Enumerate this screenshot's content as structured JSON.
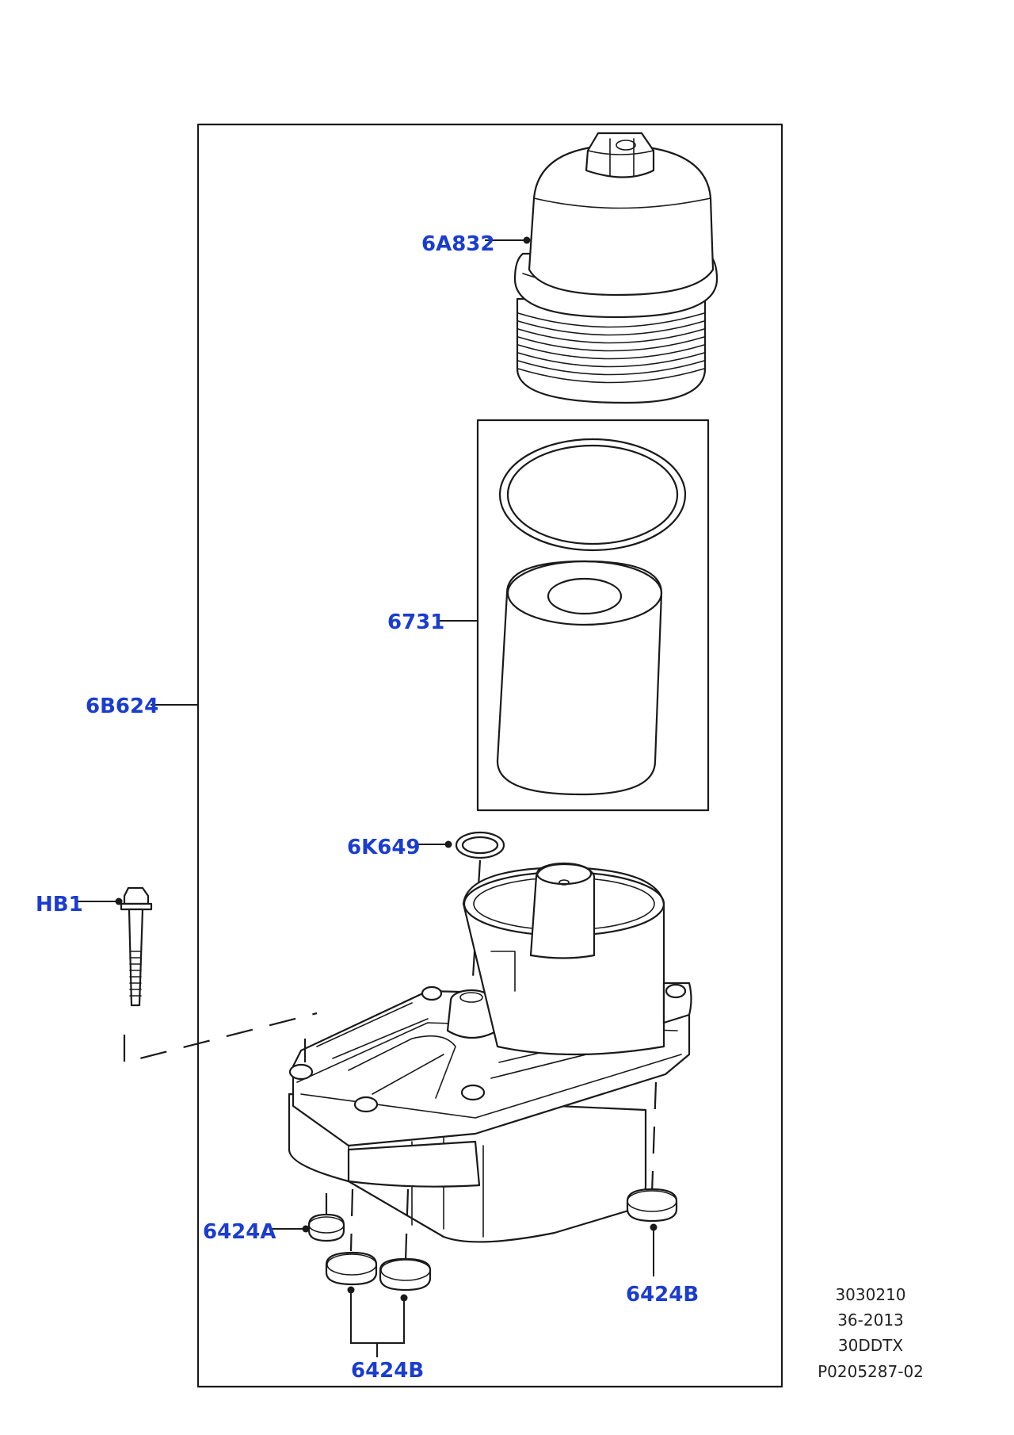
{
  "callouts": {
    "filter_cap": "6A832",
    "filter_element": "6731",
    "housing_assembly": "6B624",
    "o_ring": "6K649",
    "bolt": "HB1",
    "grommet_left": "6424A",
    "grommet_right": "6424B",
    "grommets_bottom": "6424B"
  },
  "reference": {
    "line1": "3030210",
    "line2": "36-2013",
    "line3": "30DDTX",
    "line4": "P0205287-02"
  },
  "colors": {
    "callout_text": "#1a3ccf",
    "line_art": "#1a1a1a",
    "reference_text": "#222222"
  }
}
